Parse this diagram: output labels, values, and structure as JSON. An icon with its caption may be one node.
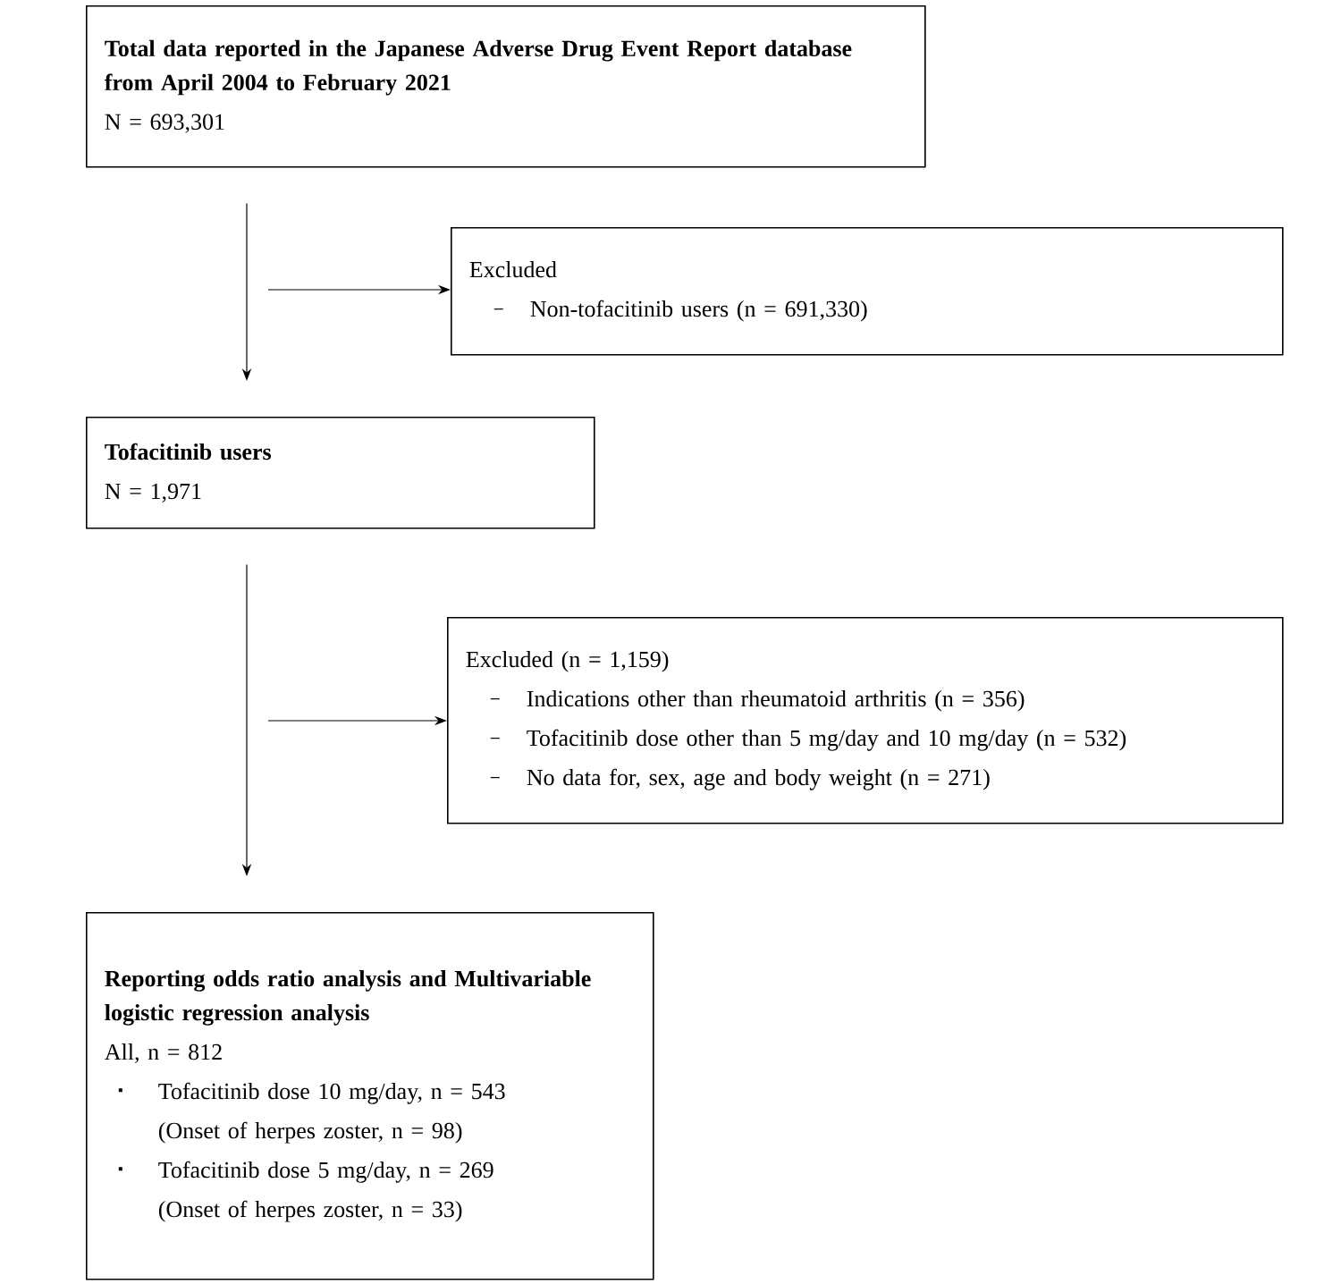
{
  "diagram": {
    "nodes": [
      {
        "text": [
          "Total data reported in the Japanese Adverse Drug Event Report database from April 2004 to February 2021",
          "N = 693,301"
        ]
      },
      {
        "text": [
          "Excluded",
          "Non-tofacitinib users (n = 691,330)"
        ]
      },
      {
        "text": [
          "Tofacitinib users",
          "N = 1,971"
        ]
      },
      {
        "text": [
          "Excluded (n = 1,159)",
          "Indications other than rheumatoid arthritis (n = 356)",
          "Tofacitinib dose other than 5 mg/day and 10 mg/day (n = 532)",
          "No data for, sex, age and body weight (n = 271)"
        ]
      },
      {
        "text": [
          "Reporting odds ratio analysis and Multivariable logistic regression analysis",
          "All, n = 812",
          "Tofacitinib dose 10 mg/day, n = 543",
          "(Onset of herpes zoster, n = 98)",
          "Tofacitinib dose 5 mg/day, n = 269",
          "(Onset of herpes zoster, n = 33)"
        ]
      }
    ],
    "edges": [
      {
        "from": 0,
        "to": 2,
        "arrow": "to"
      },
      {
        "from": null,
        "to": 1,
        "arrow": "to"
      },
      {
        "from": 2,
        "to": 4,
        "arrow": "to"
      },
      {
        "from": null,
        "to": 3,
        "arrow": "to"
      }
    ]
  }
}
